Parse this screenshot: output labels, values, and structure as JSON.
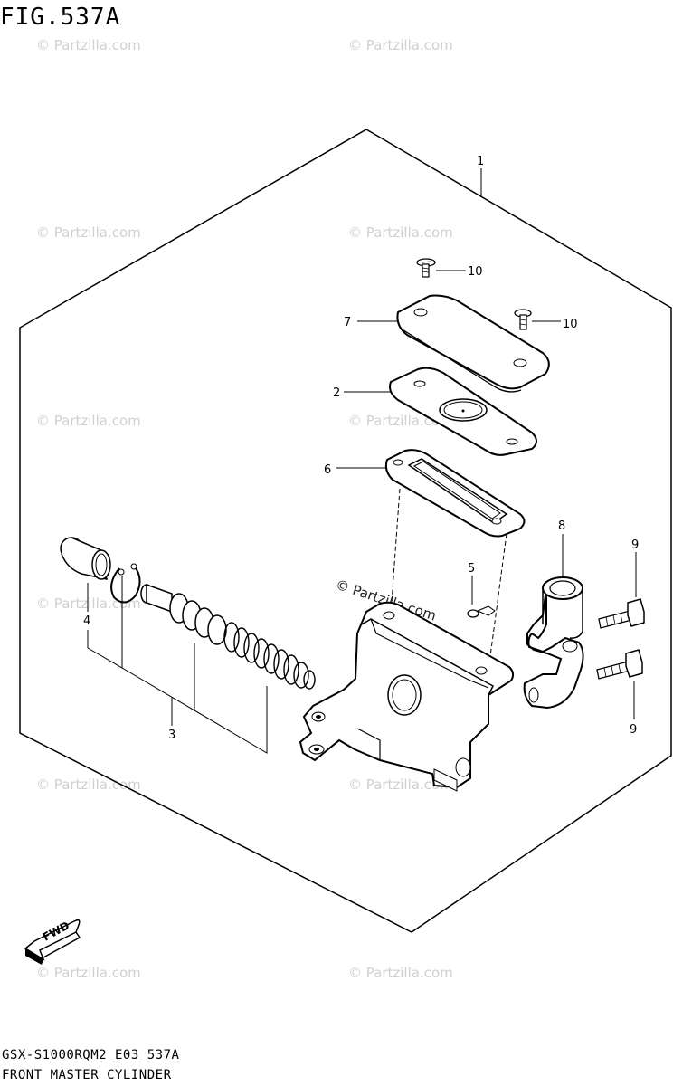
{
  "figure": {
    "title": "FIG.537A",
    "model_code": "GSX-S1000RQM2_E03_537A",
    "name": "FRONT MASTER CYLINDER"
  },
  "callouts": {
    "c1": "1",
    "c2": "2",
    "c3": "3",
    "c4": "4",
    "c5": "5",
    "c6": "6",
    "c7": "7",
    "c8": "8",
    "c9a": "9",
    "c9b": "9",
    "c10a": "10",
    "c10b": "10"
  },
  "fwd_label": "FWD",
  "watermark": "© Partzilla.com"
}
